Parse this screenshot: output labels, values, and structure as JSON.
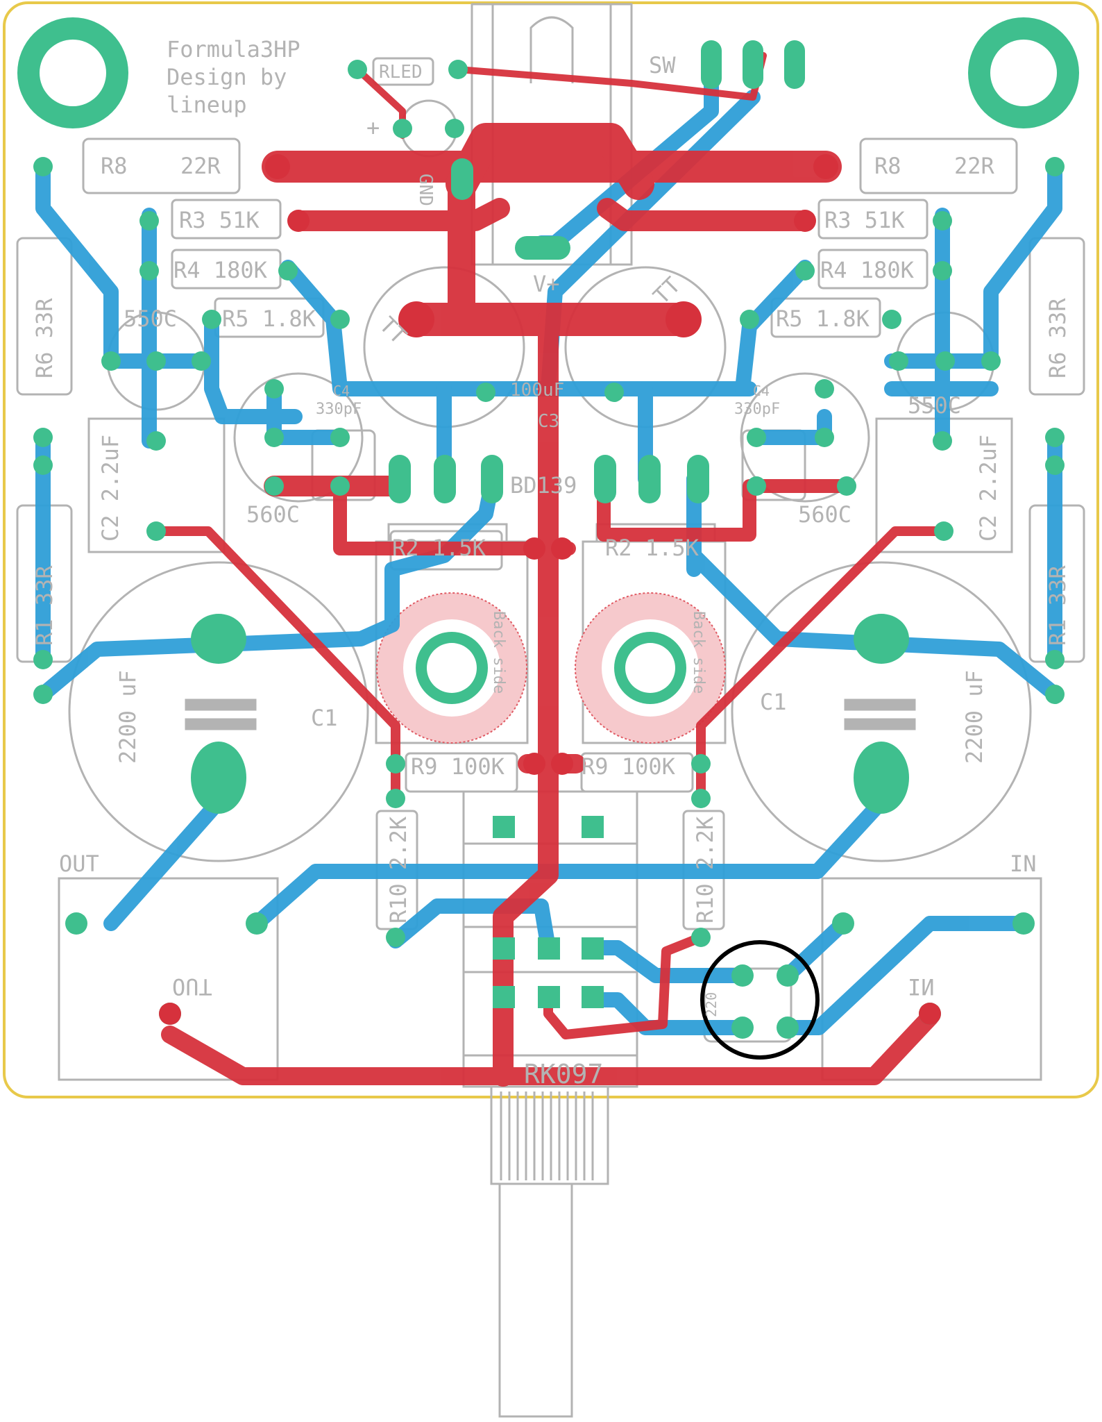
{
  "colors": {
    "board_outline": "#e8c94a",
    "silk": "#b3b3b3",
    "pad": "#3fbf8e",
    "bottom_copper": "#2f9fd8",
    "top_copper": "#d6313c",
    "highlight": "#000000"
  },
  "title": {
    "line1": "Formula3HP",
    "line2": "Design by",
    "line3": "lineup"
  },
  "labels": {
    "rled": "RLED",
    "sw": "SW",
    "gnd": "GND",
    "vplus": "V+",
    "plus": "+",
    "r8_left": "R8",
    "r8_val_left": "22R",
    "r8_right": "R8",
    "r8_val_right": "22R",
    "r3_left": "R3 51K",
    "r3_right": "R3 51K",
    "r4_left": "R4 180K",
    "r4_right": "R4 180K",
    "r5_left": "R5 1.8K",
    "r5_right": "R5 1.8K",
    "c550_left": "550C",
    "c550_right": "550C",
    "r6_left": "R6 33R",
    "r6_right": "R6 33R",
    "tt_left": "TT",
    "tt_right": "TT",
    "c3": "C3",
    "c3_val": "100uF",
    "c4_left": "C4",
    "c4_val_left": "330pF",
    "c4_right": "C4",
    "c4_val_right": "330pF",
    "c2_left": "C2 2.2uF",
    "c2_right": "C2 2.2uF",
    "c560_left": "560C",
    "c560_right": "560C",
    "bd139": "BD139",
    "r2_left": "R2 1.5K",
    "r2_right": "R2 1.5K",
    "r1_left": "R1 33R",
    "r1_right": "R1 33R",
    "c1_left": "C1",
    "c1_val_left": "2200 uF",
    "c1_right": "C1",
    "c1_val_right": "2200 uF",
    "back_side_left": "Back side",
    "back_side_right": "Back side",
    "r9_left": "R9 100K",
    "r9_right": "R9 100K",
    "r10_left": "R10 2.2K",
    "r10_right": "R10 2.2K",
    "out": "OUT",
    "out_mirror": "OUT",
    "in": "IN",
    "in_mirror": "IN",
    "rk097": "RK097",
    "cap_220": "220"
  }
}
